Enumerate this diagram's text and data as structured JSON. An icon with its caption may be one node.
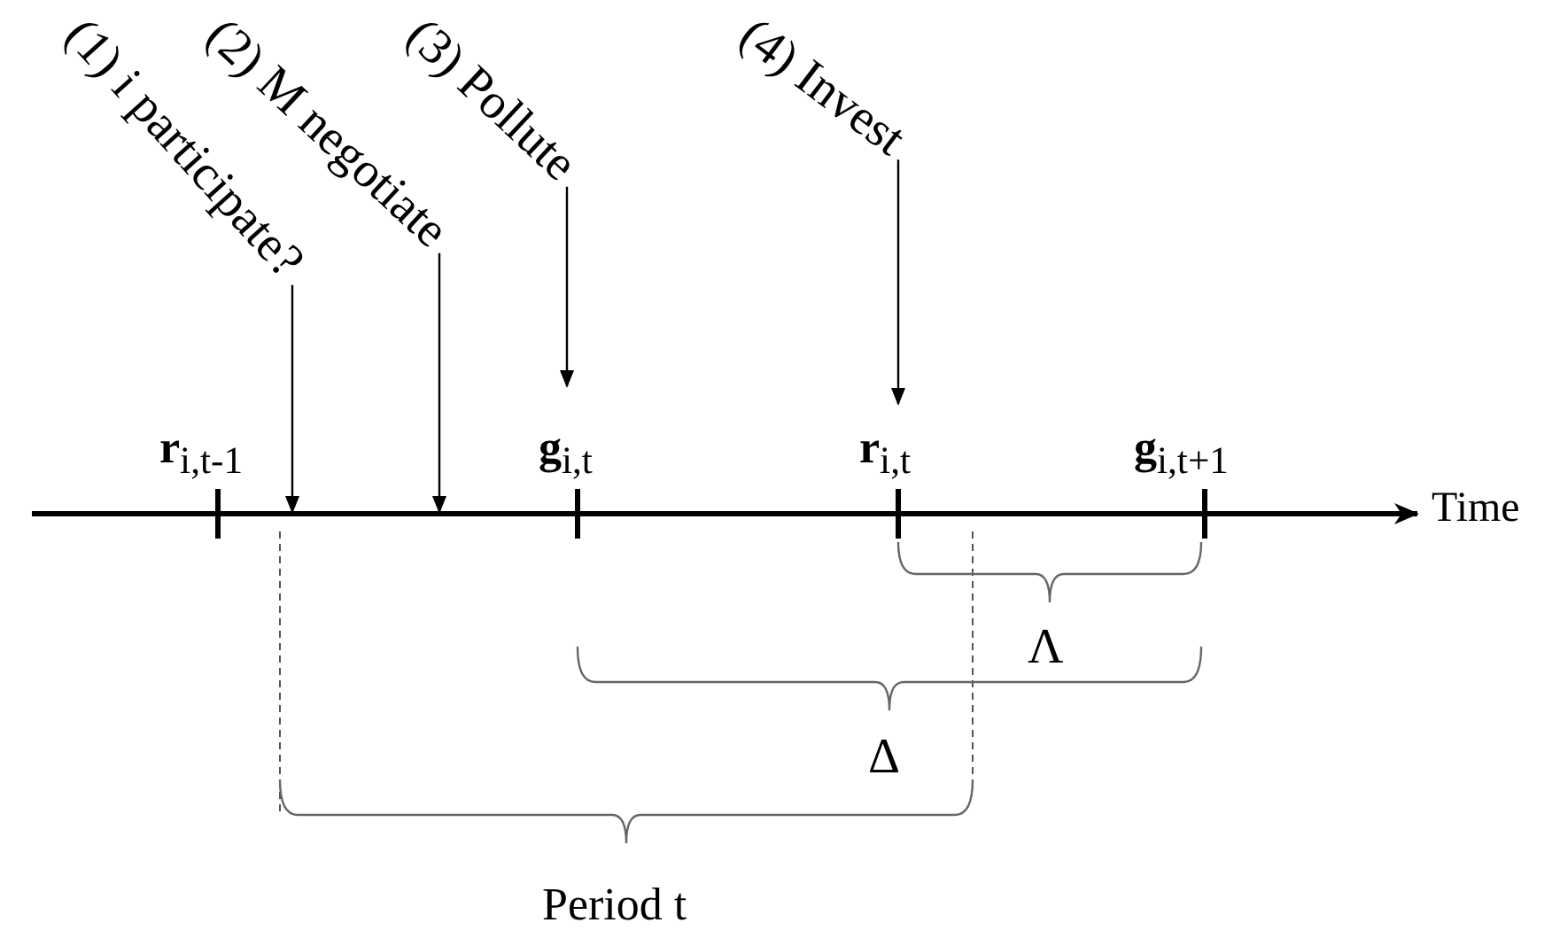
{
  "diagram": {
    "nodes": [
      {
        "text": [
          "(1) i participate?"
        ]
      },
      {
        "text": [
          "(2) M negotiate"
        ]
      },
      {
        "text": [
          "(3) Pollute"
        ]
      },
      {
        "text": [
          "(4) Invest"
        ]
      },
      {
        "text": [],
        "shape": "line",
        "beside": [
          "Time"
        ]
      }
    ],
    "edges": [
      {
        "from": 0,
        "to": 4,
        "arrow": "to"
      },
      {
        "from": 1,
        "to": 4,
        "arrow": "to"
      },
      {
        "from": 2,
        "to": null,
        "arrow": "to"
      },
      {
        "from": 3,
        "to": null,
        "arrow": "to"
      }
    ],
    "labels": [
      "**r**$_{i,t-1}$",
      "**g**$_{i,t}$",
      "**r**$_{i,t}$",
      "**g**$_{i,t+1}$",
      "Λ",
      "Δ",
      "Period t"
    ]
  }
}
